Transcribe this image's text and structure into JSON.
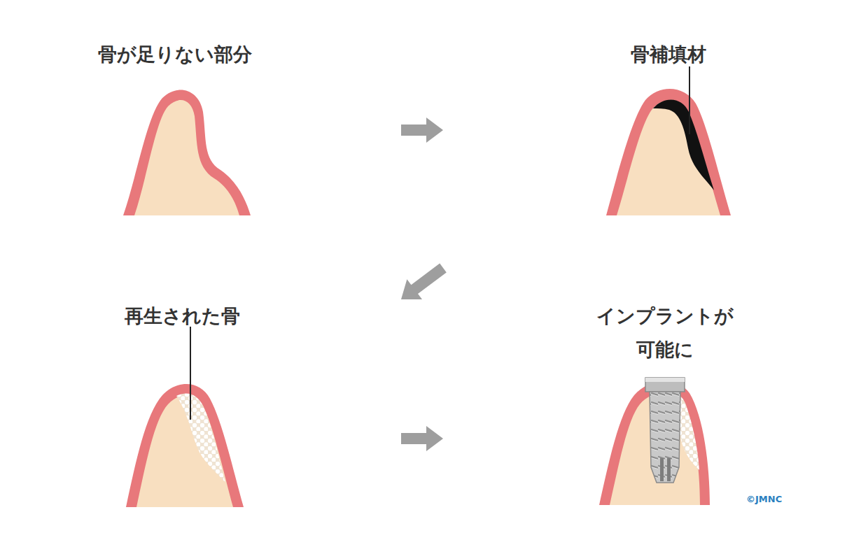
{
  "diagram": {
    "nodes": [
      {
        "text": [
          "骨が足りない部分"
        ]
      },
      {
        "text": [
          "骨補填材"
        ]
      },
      {
        "text": [
          "再生された骨"
        ]
      },
      {
        "text": [
          "インプラントが 可能に"
        ]
      }
    ],
    "edges": [
      {
        "from": 0,
        "to": 1,
        "arrow": "to"
      },
      {
        "from": 1,
        "to": 2,
        "arrow": "to"
      },
      {
        "from": 2,
        "to": 3,
        "arrow": "to"
      }
    ],
    "labels": [
      "©JMNC"
    ]
  }
}
